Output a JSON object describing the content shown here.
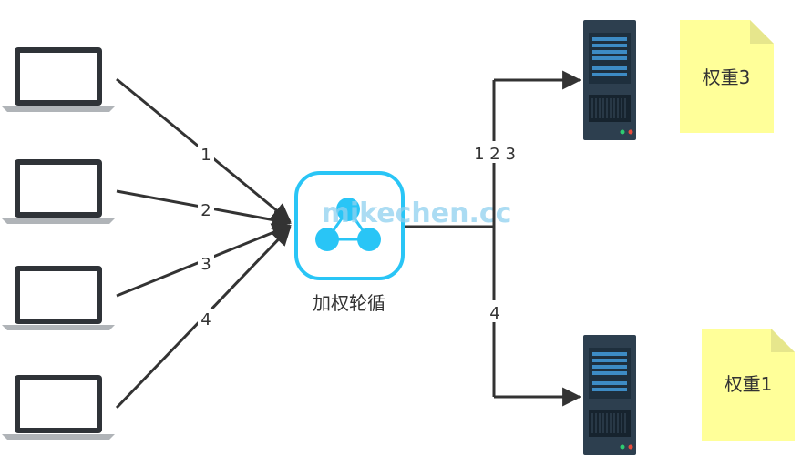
{
  "diagram": {
    "center_label": "加权轮循",
    "watermark": "mikechen.cc",
    "edge_labels": [
      "1",
      "2",
      "3",
      "4"
    ],
    "branch_labels": {
      "top": "1 2 3",
      "bottom": "4"
    },
    "weights": {
      "top": "权重3",
      "bottom": "权重1"
    },
    "colors": {
      "line": "#333333",
      "node_border": "#29c5f6",
      "node_icon": "#29c5f6",
      "note_fill": "#ffff99",
      "note_fold": "#e6e68c",
      "server_body": "#2d3f4f",
      "server_panel": "#1e2f3d",
      "server_slot": "#3d8bc4",
      "laptop_frame": "#2f3338",
      "laptop_base": "#b0b4b8"
    }
  }
}
